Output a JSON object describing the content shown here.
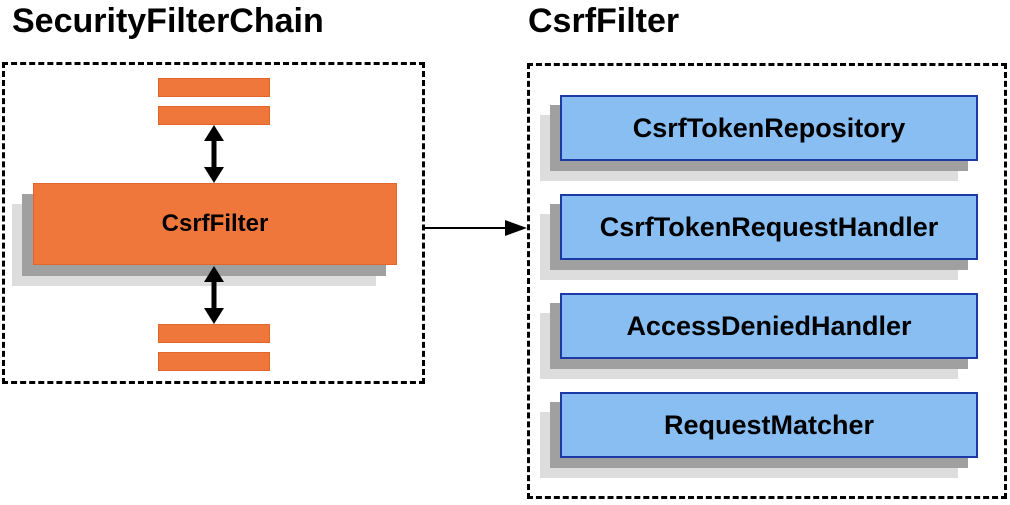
{
  "left_panel": {
    "title": "SecurityFilterChain",
    "filter_node": {
      "label": "CsrfFilter"
    },
    "generic_filter_bars_count": 4
  },
  "right_panel": {
    "title": "CsrfFilter",
    "components": [
      {
        "label": "CsrfTokenRepository"
      },
      {
        "label": "CsrfTokenRequestHandler"
      },
      {
        "label": "AccessDeniedHandler"
      },
      {
        "label": "RequestMatcher"
      }
    ]
  },
  "icons": {
    "double_arrow": "double-headed-vertical-arrow-icon",
    "connector_arrow": "right-arrow-icon"
  },
  "colors": {
    "orange_fill": "#f0773c",
    "orange_border": "#e0662c",
    "blue_fill": "#88bef2",
    "blue_border": "#1b3aa5",
    "shadow_dark": "#a0a0a0",
    "shadow_light": "#dddddd",
    "arrow_black": "#000000",
    "text_black": "#000000"
  }
}
